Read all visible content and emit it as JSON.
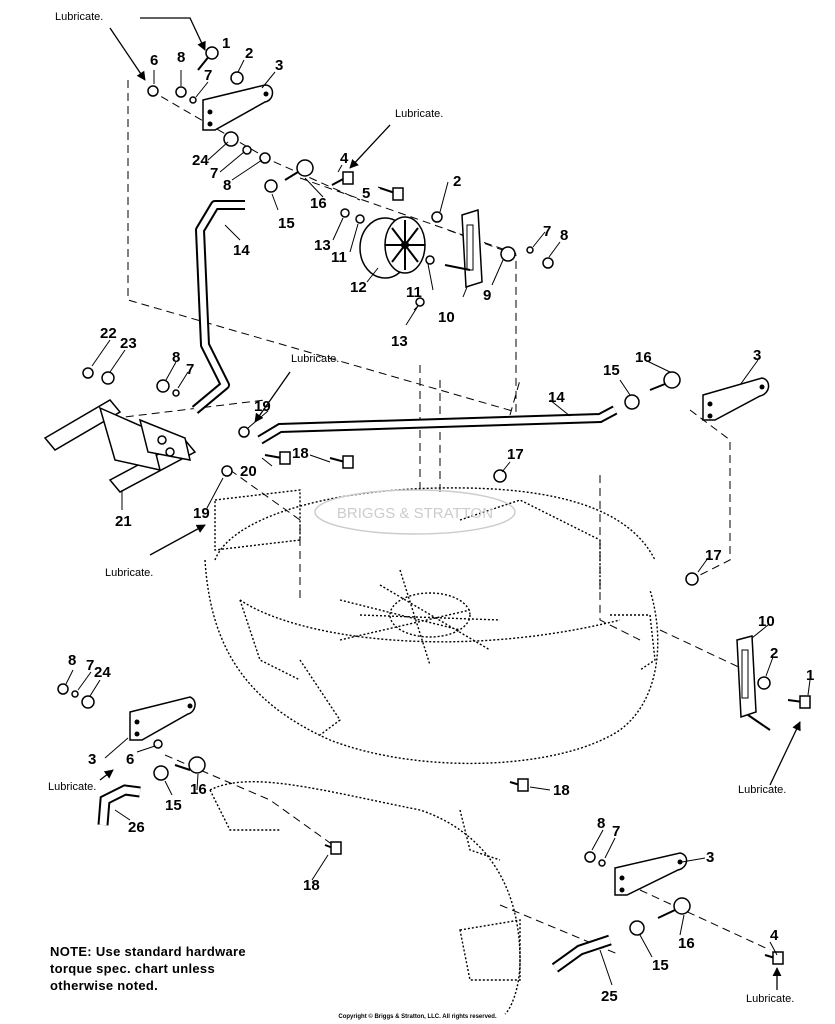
{
  "callouts": {
    "c1a": "1",
    "c2a": "2",
    "c3a": "3",
    "c4a": "4",
    "c5": "5",
    "c6a": "6",
    "c7a": "7",
    "c8a": "8",
    "c24a": "24",
    "c7b": "7",
    "c8b": "8",
    "c16a": "16",
    "c15a": "15",
    "c14a": "14",
    "c13a": "13",
    "c11a": "11",
    "c12": "12",
    "c2b": "2",
    "c7c": "7",
    "c8c": "8",
    "c11b": "11",
    "c9": "9",
    "c10a": "10",
    "c13b": "13",
    "c22": "22",
    "c23": "23",
    "c8d": "8",
    "c7d": "7",
    "c19a": "19",
    "c14b": "14",
    "c16b": "16",
    "c3b": "3",
    "c15b": "15",
    "c18a": "18",
    "c20": "20",
    "c17a": "17",
    "c21": "21",
    "c19b": "19",
    "c17b": "17",
    "c10b": "10",
    "c2c": "2",
    "c1b": "1",
    "c8e": "8",
    "c7e": "7",
    "c24b": "24",
    "c3c": "3",
    "c6b": "6",
    "c16c": "16",
    "c15c": "15",
    "c26": "26",
    "c18b": "18",
    "c18c": "18",
    "c8f": "8",
    "c7f": "7",
    "c3d": "3",
    "c16d": "16",
    "c15d": "15",
    "c4b": "4",
    "c25": "25"
  },
  "lubricate_text": "Lubricate.",
  "watermark": "BRIGGS & STRATTON",
  "note": {
    "line1": "NOTE: Use standard hardware",
    "line2": "torque spec. chart unless",
    "line3": "otherwise noted."
  },
  "copyright": "Copyright © Briggs & Stratton, LLC. All rights reserved."
}
